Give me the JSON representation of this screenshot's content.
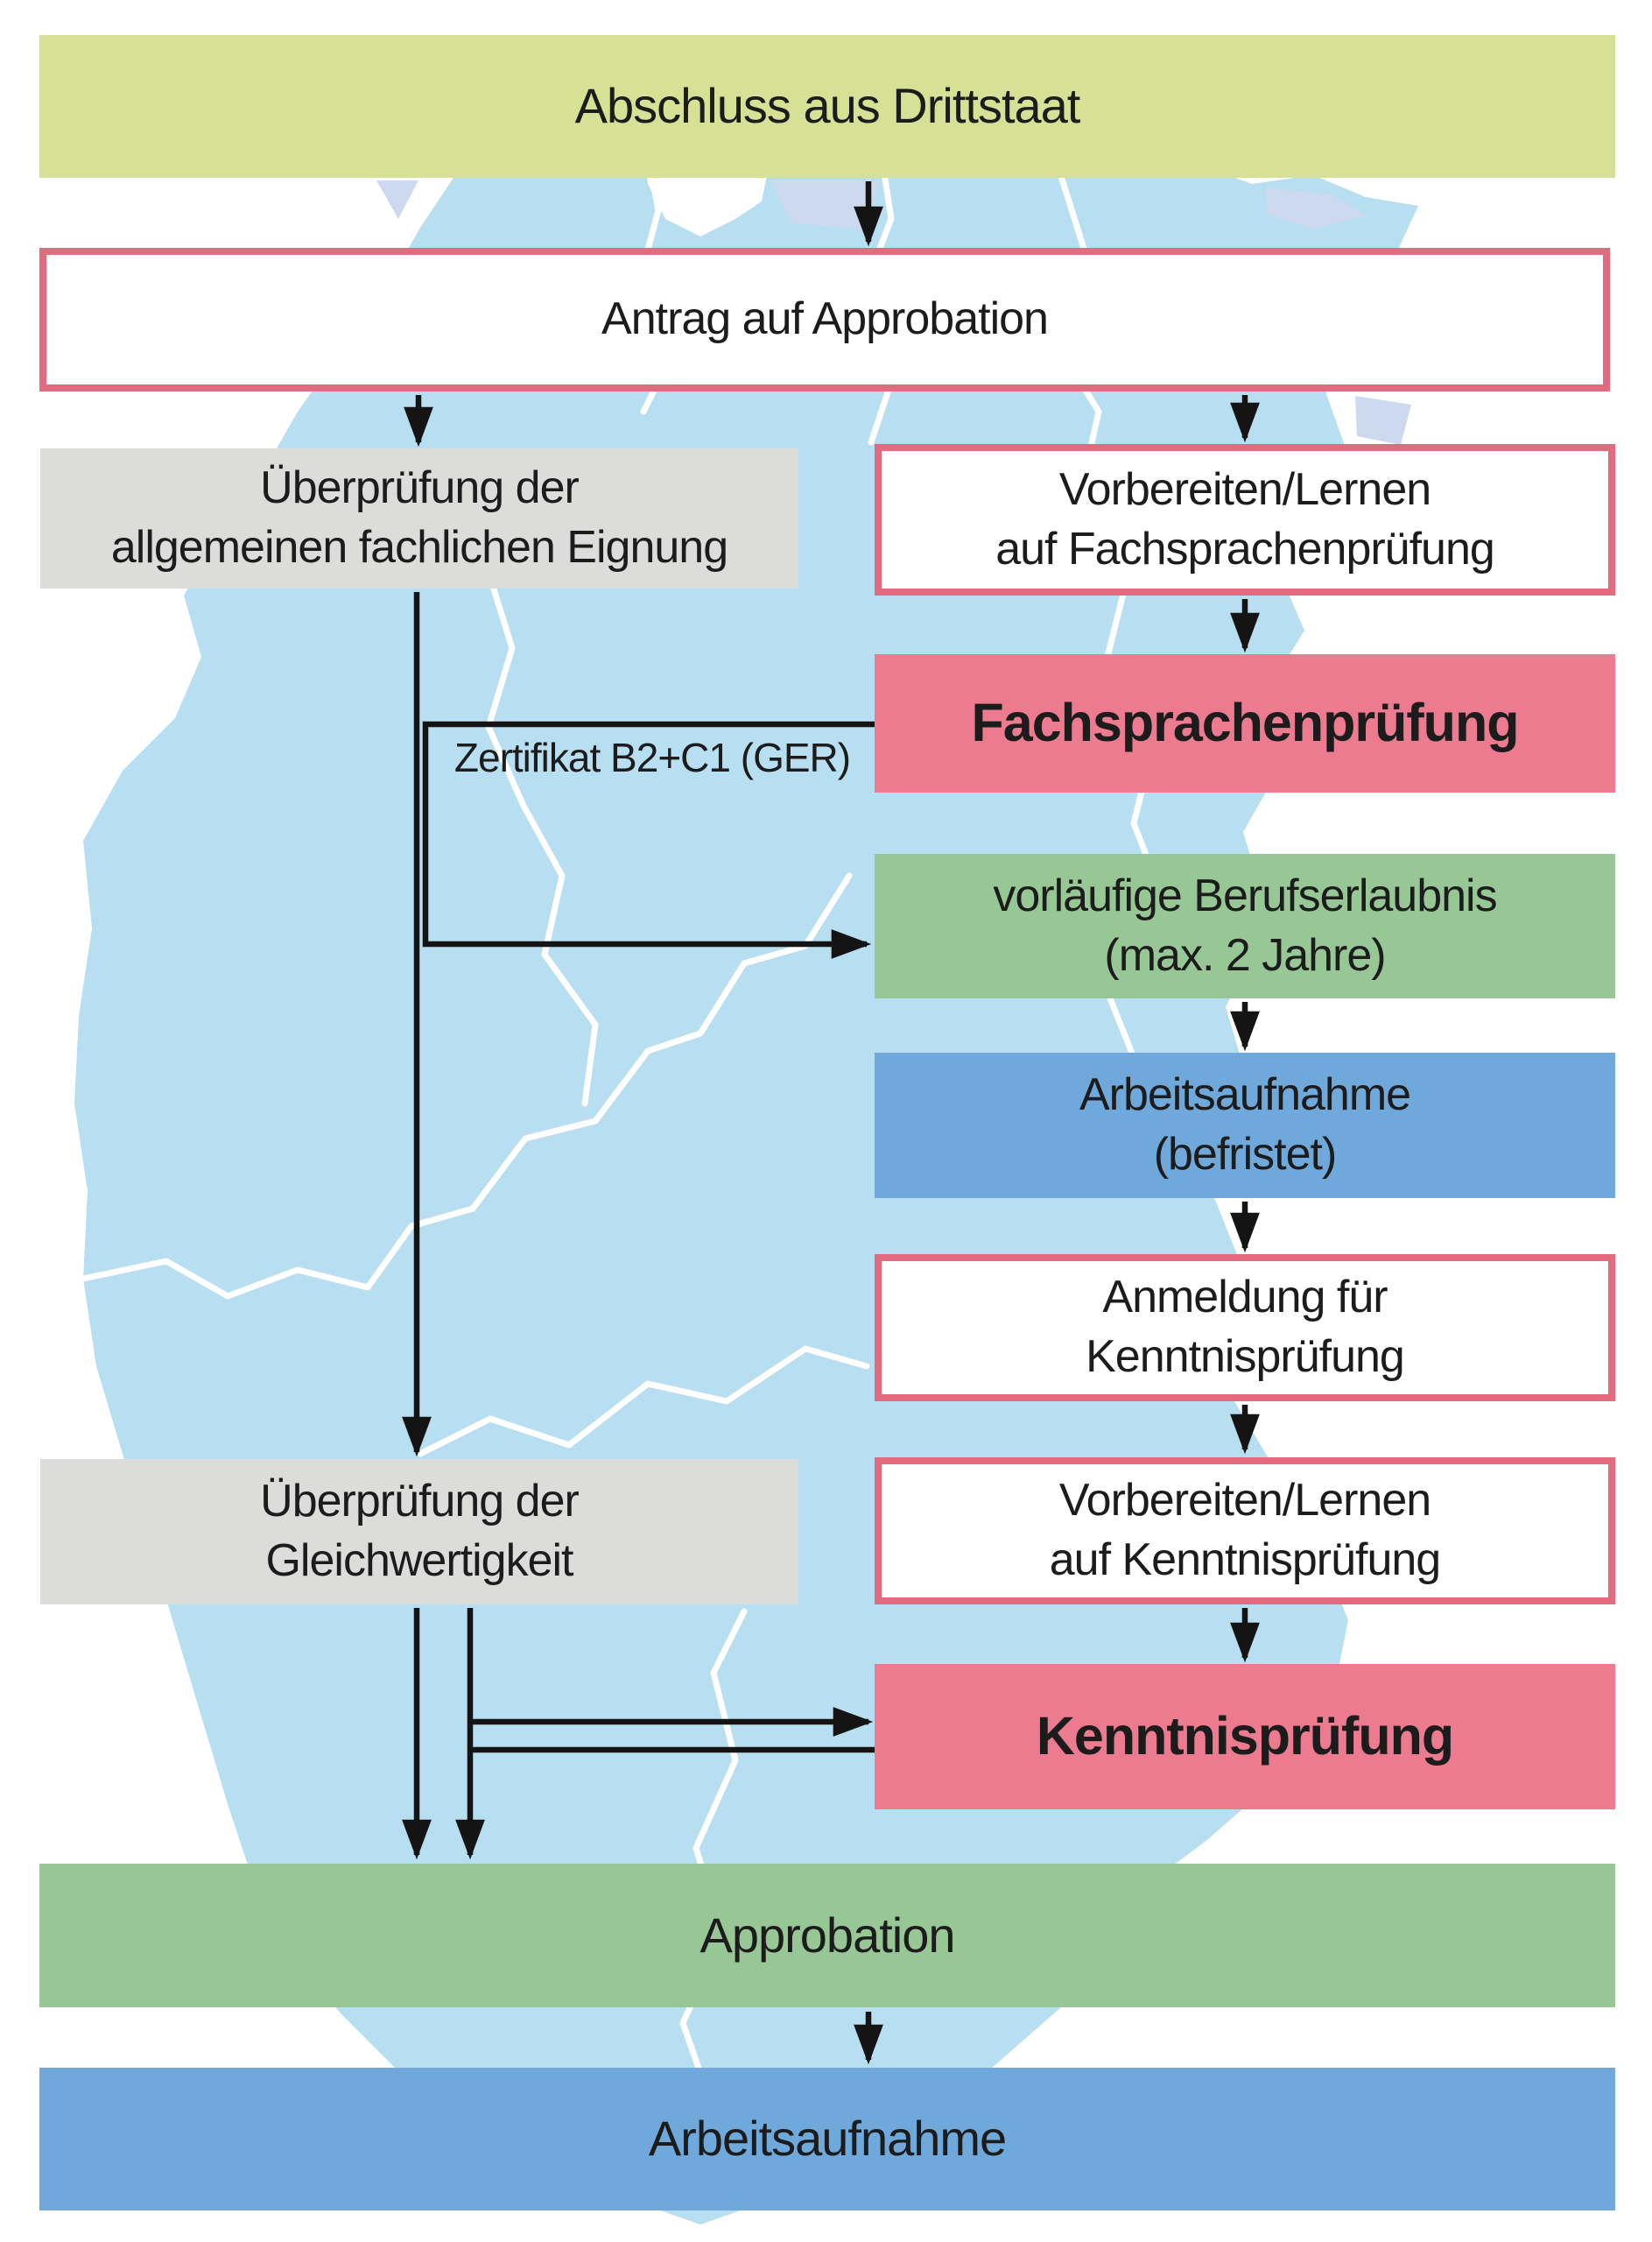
{
  "title": "Weg zur Approbation mit Abschluss aus Drittstaat (Flussdiagramm)",
  "colors": {
    "banner": "#d6e195",
    "box_pink_fill": "#ec7b8f",
    "box_pink_border": "#e26b80",
    "box_green": "#97c795",
    "box_blue": "#6fa8db",
    "box_gray": "#dcdcda",
    "map_fill": "#b8def1",
    "map_island": "#ccd9ee",
    "map_border": "#ffffff",
    "line": "#141414"
  },
  "nodes": {
    "abschluss": {
      "line1": "Abschluss aus Drittstaat"
    },
    "antrag": {
      "line1": "Antrag auf Approbation"
    },
    "eignung": {
      "line1": "Überprüfung der",
      "line2": "allgemeinen fachlichen Eignung"
    },
    "vorb_fsp": {
      "line1": "Vorbereiten/Lernen",
      "line2": "auf Fachsprachenprüfung"
    },
    "fsp": {
      "line1": "Fachsprachenprüfung"
    },
    "berufserlaubnis": {
      "line1": "vorläufige Berufserlaubnis",
      "line2": "(max. 2 Jahre)"
    },
    "arbeit_befristet": {
      "line1": "Arbeitsaufnahme",
      "line2": "(befristet)"
    },
    "anmeldung_kp": {
      "line1": "Anmeldung für",
      "line2": "Kenntnisprüfung"
    },
    "vorb_kp": {
      "line1": "Vorbereiten/Lernen",
      "line2": "auf Kenntnisprüfung"
    },
    "gleichwertigkeit": {
      "line1": "Überprüfung der",
      "line2": "Gleichwertigkeit"
    },
    "kp": {
      "line1": "Kenntnisprüfung"
    },
    "approbation": {
      "line1": "Approbation"
    },
    "arbeitsaufnahme": {
      "line1": "Arbeitsaufnahme"
    }
  },
  "edge_labels": {
    "zertifikat": "Zertifikat B2+C1 (GER)"
  }
}
